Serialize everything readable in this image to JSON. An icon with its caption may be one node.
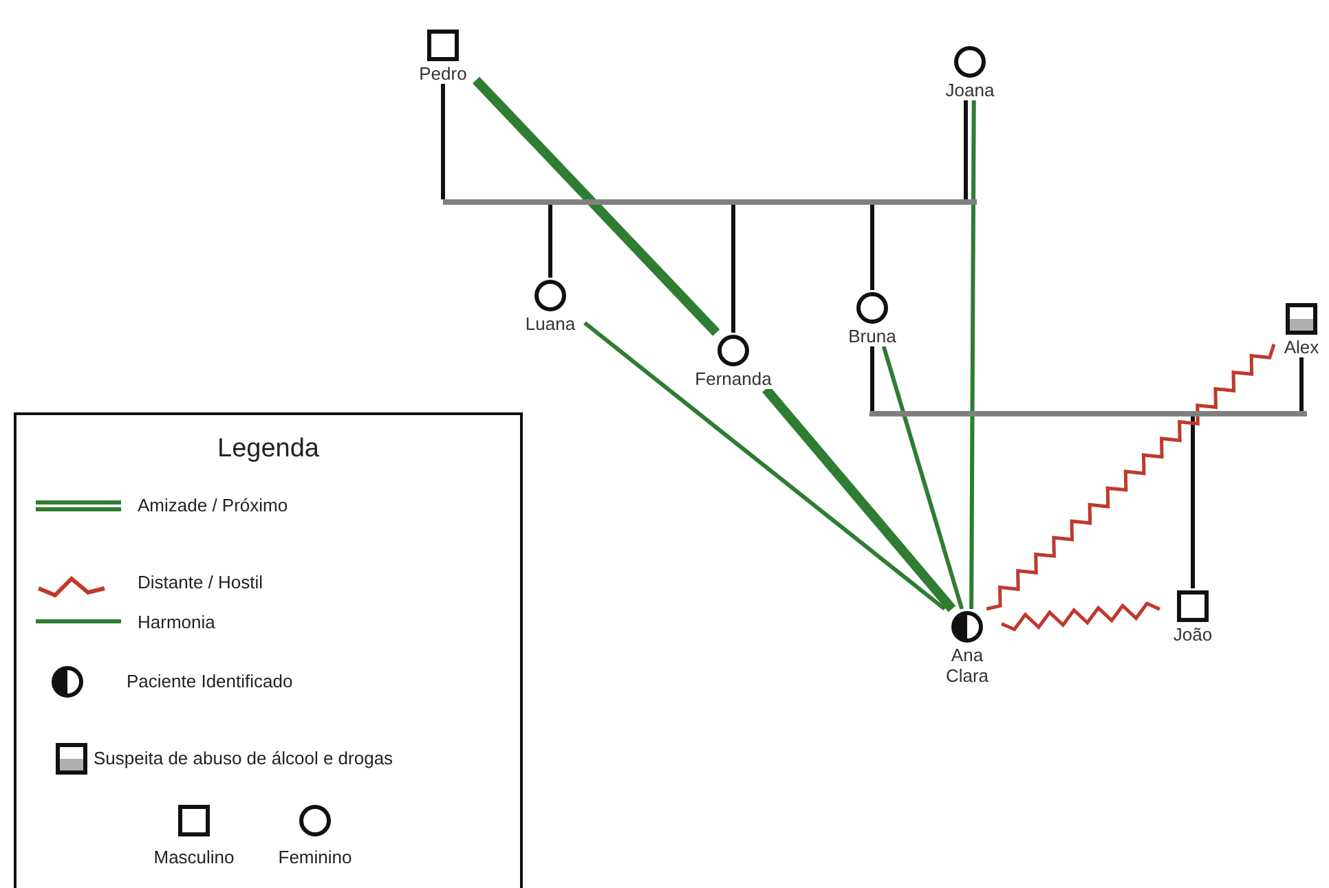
{
  "diagram": {
    "nodes": [
      {
        "text": [
          "Pedro"
        ]
      },
      {
        "text": [
          "Joana"
        ]
      },
      {
        "text": [],
        "shape": "bar"
      },
      {
        "text": [
          "Luana"
        ]
      },
      {
        "text": [
          "Fernanda"
        ]
      },
      {
        "text": [
          "Bruna"
        ]
      },
      {
        "text": [
          "Alex"
        ]
      },
      {
        "text": [],
        "shape": "bar"
      },
      {
        "text": [
          "Ana Clara"
        ]
      },
      {
        "text": [
          "João"
        ]
      }
    ],
    "edges": [
      {
        "from": 0,
        "to": 2,
        "arrow": "none"
      },
      {
        "from": 1,
        "to": 2,
        "arrow": "none"
      },
      {
        "from": 2,
        "to": 3,
        "arrow": "none"
      },
      {
        "from": 2,
        "to": 4,
        "arrow": "none"
      },
      {
        "from": 2,
        "to": 5,
        "arrow": "none"
      },
      {
        "from": 5,
        "to": 7,
        "arrow": "none"
      },
      {
        "from": 6,
        "to": 7,
        "arrow": "none"
      },
      {
        "from": 7,
        "to": 9,
        "arrow": "none"
      },
      {
        "from": 0,
        "to": 4,
        "arrow": "none",
        "style": "thick",
        "color": "#2e7d32"
      },
      {
        "from": 4,
        "to": 8,
        "arrow": "none",
        "style": "thick",
        "color": "#2e7d32"
      },
      {
        "from": 3,
        "to": 8,
        "arrow": "none",
        "color": "#2e7d32"
      },
      {
        "from": 5,
        "to": 8,
        "arrow": "none",
        "color": "#2e7d32"
      },
      {
        "from": 1,
        "to": 8,
        "arrow": "none",
        "color": "#2e7d32"
      },
      {
        "from": 8,
        "to": 6,
        "arrow": "none",
        "color": "#c0392b"
      },
      {
        "from": 8,
        "to": 9,
        "arrow": "none",
        "color": "#c0392b"
      }
    ],
    "labels": [
      "Legenda"
    ],
    "legend": [
      {
        "text": "Amizade / Próximo"
      },
      {
        "text": "Distante / Hostil"
      },
      {
        "text": "Harmonia"
      },
      {
        "text": "Paciente Identificado"
      },
      {
        "text": "Suspeita de abuso de álcool e drogas"
      },
      {
        "text": "Masculino"
      },
      {
        "text": "Feminino"
      }
    ]
  }
}
